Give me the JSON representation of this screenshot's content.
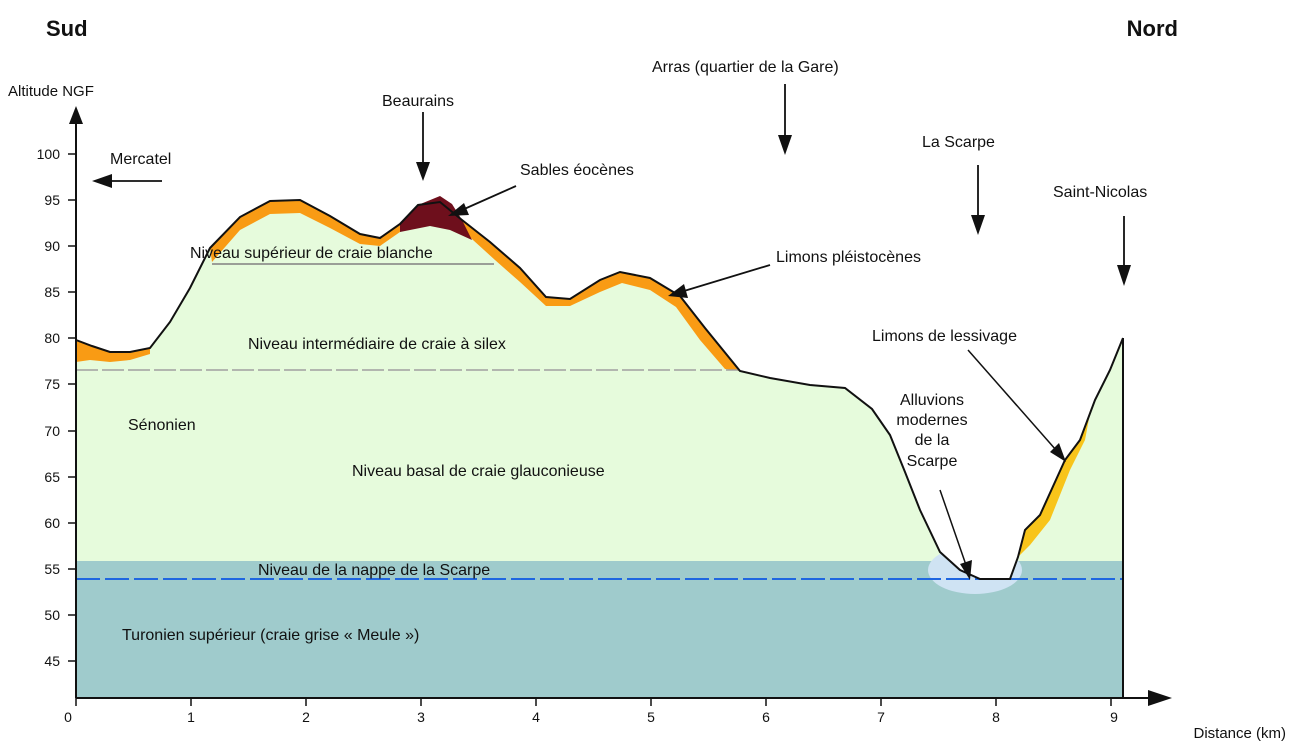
{
  "titles": {
    "south": "Sud",
    "north": "Nord"
  },
  "axes": {
    "y_title": "Altitude NGF",
    "x_title": "Distance (km)",
    "y_ticks": [
      "100",
      "95",
      "90",
      "85",
      "80",
      "75",
      "70",
      "65",
      "60",
      "55",
      "50",
      "45"
    ],
    "x_ticks": [
      "0",
      "1",
      "2",
      "3",
      "4",
      "5",
      "6",
      "7",
      "8",
      "9"
    ]
  },
  "places": {
    "mercatel": "Mercatel",
    "beaurains": "Beaurains",
    "arras": "Arras (quartier de la Gare)",
    "scarpe": "La Scarpe",
    "saint_nicolas": "Saint-Nicolas"
  },
  "layers": {
    "sables": "Sables éocènes",
    "limons_pleisto": "Limons pléistocènes",
    "limons_lessivage": "Limons de lessivage",
    "alluvions_1": "Alluvions",
    "alluvions_2": "modernes",
    "alluvions_3": "de la",
    "alluvions_4": "Scarpe",
    "craie_blanche": "Niveau supérieur de craie blanche",
    "craie_silex": "Niveau intermédiaire de craie à silex",
    "senonien": "Sénonien",
    "craie_glauconieuse": "Niveau basal de craie glauconieuse",
    "nappe": "Niveau de la nappe de la Scarpe",
    "turonien": "Turonien supérieur (craie grise « Meule »)"
  },
  "colors": {
    "craie_fill": "#e6fbdc",
    "turonien_fill": "#9fcbcc",
    "limons_orange": "#f99b14",
    "sables_dark": "#6e0f1c",
    "lessivage_yellow": "#f8c41a",
    "alluvions_blue": "#cfe3f3",
    "nappe_line": "#1f66e0"
  }
}
